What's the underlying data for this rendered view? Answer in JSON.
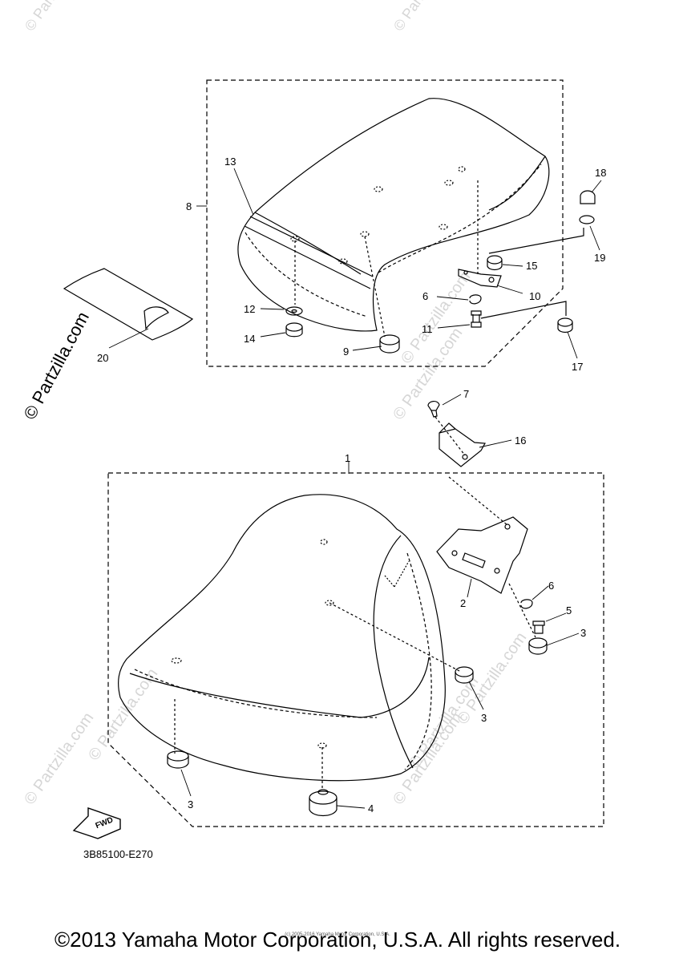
{
  "diagram": {
    "callouts": [
      "1",
      "2",
      "3",
      "4",
      "5",
      "6",
      "7",
      "8",
      "9",
      "10",
      "11",
      "12",
      "13",
      "14",
      "15",
      "16",
      "17",
      "18",
      "19",
      "20"
    ],
    "watermark": "© Partzilla.com",
    "watermark_faint": "© Partzilla.com",
    "fwd_label": "FWD",
    "diagram_code": "3B85100-E270"
  },
  "footer": {
    "copyright": "©2013 Yamaha Motor Corporation, U.S.A. All rights reserved.",
    "tiny_note": "(c) 2005-2016 Yamaha Motor Corporation, U.S.A."
  }
}
